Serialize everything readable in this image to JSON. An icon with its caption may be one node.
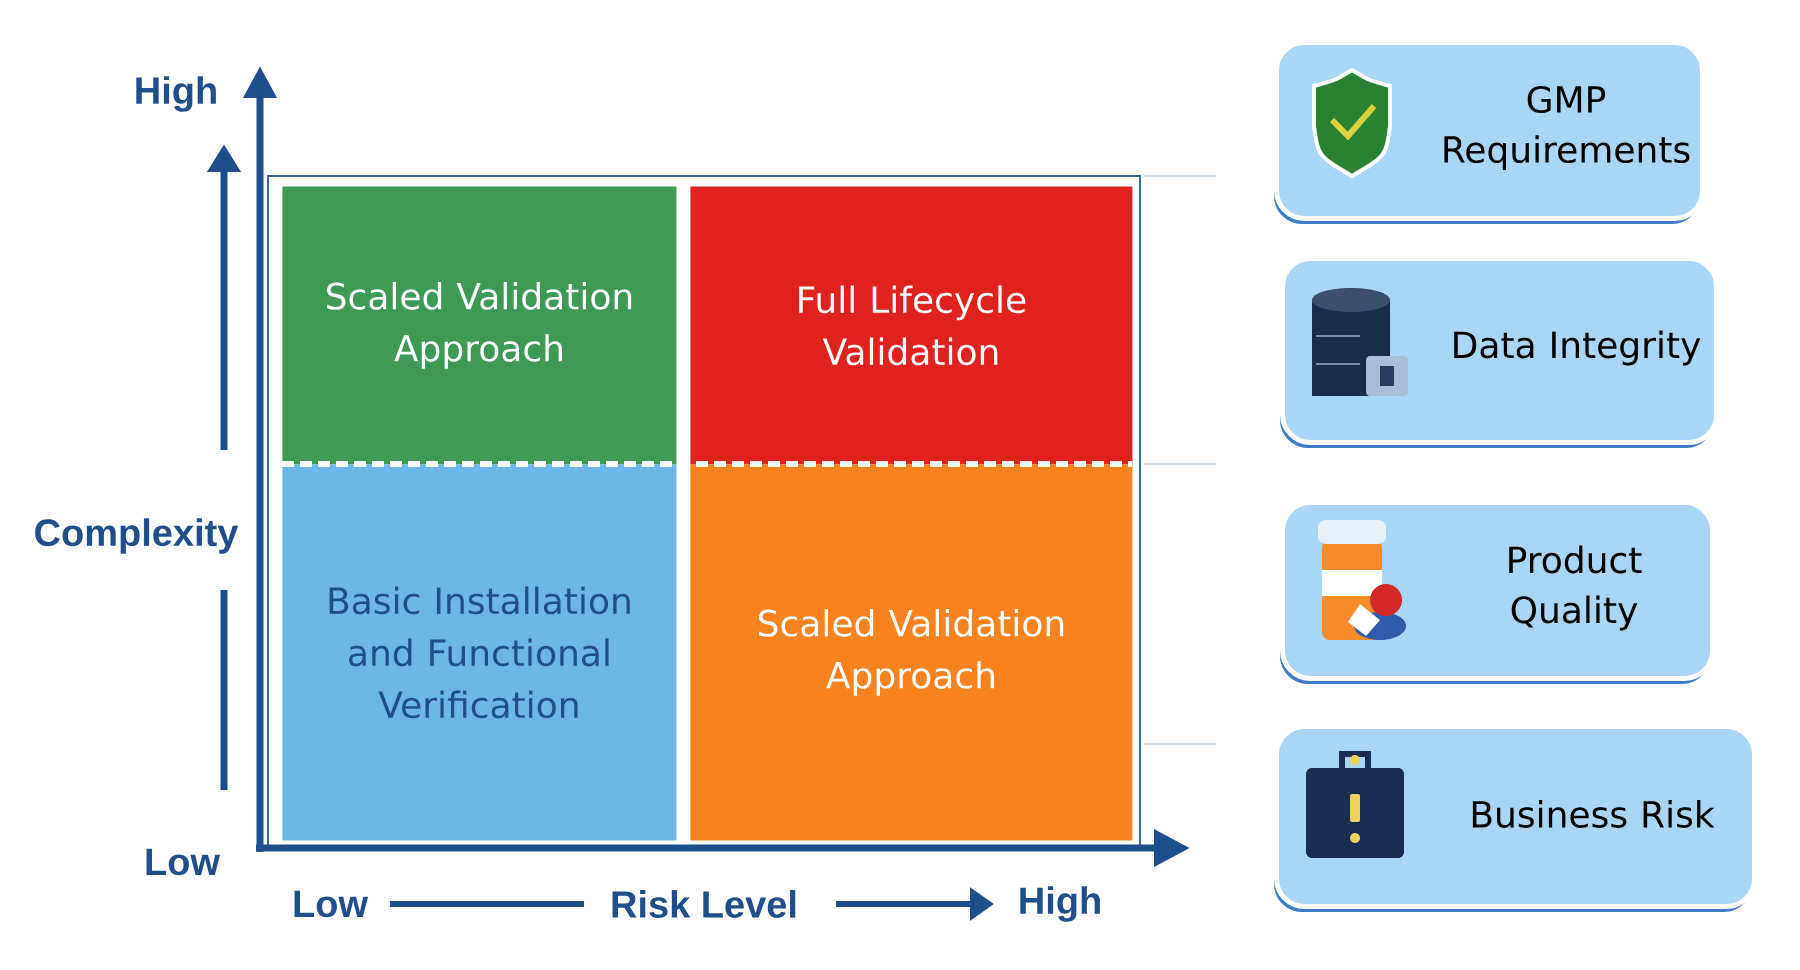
{
  "diagram": {
    "nodes": [
      {
        "text": [
          "Scaled Validation Approach"
        ]
      },
      {
        "text": [
          "Full Lifecycle Validation"
        ]
      },
      {
        "text": [
          "Basic Installation and Functional Verification"
        ]
      },
      {
        "text": [
          "Scaled Validation Approach"
        ]
      },
      {
        "text": [
          "GMP Requirements"
        ]
      },
      {
        "text": [
          "Data Integrity"
        ]
      },
      {
        "text": [
          "Product Quality"
        ]
      },
      {
        "text": [
          "Business Risk"
        ]
      }
    ],
    "edges": [],
    "labels": [
      "High",
      "Complexity",
      "Low",
      "Low",
      "Risk Level",
      "High"
    ]
  }
}
